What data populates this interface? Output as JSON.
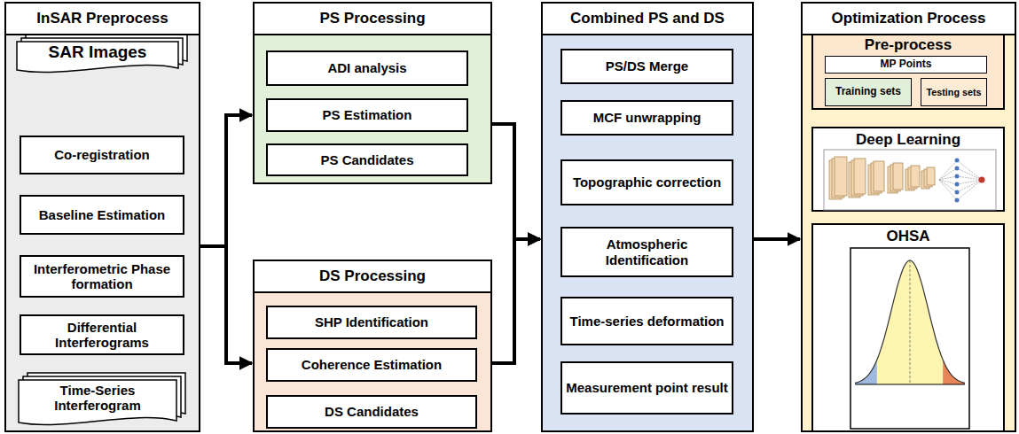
{
  "diagram": {
    "nodes": [
      {
        "text": [
          "InSAR Preprocess"
        ]
      },
      {
        "text": [
          "SAR Images"
        ],
        "in": 0
      },
      {
        "text": [
          "Co-registration"
        ],
        "in": 0
      },
      {
        "text": [
          "Baseline Estimation"
        ],
        "in": 0
      },
      {
        "text": [
          "Interferometric Phase formation"
        ],
        "in": 0
      },
      {
        "text": [
          "Differential Interferograms"
        ],
        "in": 0
      },
      {
        "text": [
          "Time-Series Interferogram"
        ],
        "in": 0
      },
      {
        "text": [
          "PS Processing"
        ]
      },
      {
        "text": [
          "ADI analysis"
        ],
        "in": 7
      },
      {
        "text": [
          "PS Estimation"
        ],
        "in": 7
      },
      {
        "text": [
          "PS Candidates"
        ],
        "in": 7
      },
      {
        "text": [
          "DS Processing"
        ]
      },
      {
        "text": [
          "SHP Identification"
        ],
        "in": 11
      },
      {
        "text": [
          "Coherence Estimation"
        ],
        "in": 11
      },
      {
        "text": [
          "DS Candidates"
        ],
        "in": 11
      },
      {
        "text": [
          "Combined PS and DS"
        ]
      },
      {
        "text": [
          "PS/DS Merge"
        ],
        "in": 15
      },
      {
        "text": [
          "MCF unwrapping"
        ],
        "in": 15
      },
      {
        "text": [
          "Topographic correction"
        ],
        "in": 15
      },
      {
        "text": [
          "Atmospheric Identification"
        ],
        "in": 15
      },
      {
        "text": [
          "Time-series deformation"
        ],
        "in": 15
      },
      {
        "text": [
          "Measurement point result"
        ],
        "in": 15
      },
      {
        "text": [
          "Optimization Process"
        ]
      },
      {
        "text": [
          "Pre-process"
        ],
        "in": 22
      },
      {
        "text": [
          "MP Points"
        ],
        "in": 23
      },
      {
        "text": [
          "Training sets"
        ],
        "in": 23
      },
      {
        "text": [
          "Testing sets"
        ],
        "in": 23
      },
      {
        "text": [
          "Deep Learning"
        ],
        "in": 22
      },
      {
        "text": [
          "OHSA"
        ],
        "in": 22
      }
    ],
    "edges": [
      {
        "from": 1,
        "to": 2,
        "arrow": "to"
      },
      {
        "from": 2,
        "to": 3,
        "arrow": "to"
      },
      {
        "from": 3,
        "to": 4,
        "arrow": "to"
      },
      {
        "from": 4,
        "to": 5,
        "arrow": "to"
      },
      {
        "from": 5,
        "to": 6,
        "arrow": "to"
      },
      {
        "from": 0,
        "to": 7,
        "arrow": "to"
      },
      {
        "from": 0,
        "to": 11,
        "arrow": "to"
      },
      {
        "from": 7,
        "to": 15,
        "arrow": "to"
      },
      {
        "from": 11,
        "to": 15,
        "arrow": "to"
      },
      {
        "from": 16,
        "to": 17,
        "arrow": "to"
      },
      {
        "from": 17,
        "to": 18,
        "arrow": "to"
      },
      {
        "from": 18,
        "to": 19,
        "arrow": "to"
      },
      {
        "from": 19,
        "to": 20,
        "arrow": "to"
      },
      {
        "from": 20,
        "to": 21,
        "arrow": "to"
      },
      {
        "from": 15,
        "to": 22,
        "arrow": "to"
      },
      {
        "from": 23,
        "to": 27,
        "arrow": "to"
      },
      {
        "from": 27,
        "to": 28,
        "arrow": "to"
      }
    ]
  }
}
